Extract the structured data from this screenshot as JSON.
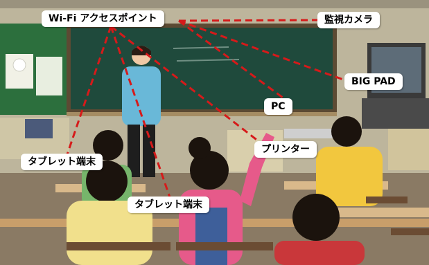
{
  "labels": {
    "access_point": "Wi-Fi アクセスポイント",
    "camera": "監視カメラ",
    "big_pad": "BIG PAD",
    "pc": "PC",
    "printer": "プリンター",
    "tablet_1": "タブレット端末",
    "tablet_2": "タブレット端末"
  },
  "colors": {
    "link_line": "#d61a1a",
    "chalkboard": "#1f4a3c",
    "wall": "#bdb59c",
    "floor": "#8a7a64"
  }
}
